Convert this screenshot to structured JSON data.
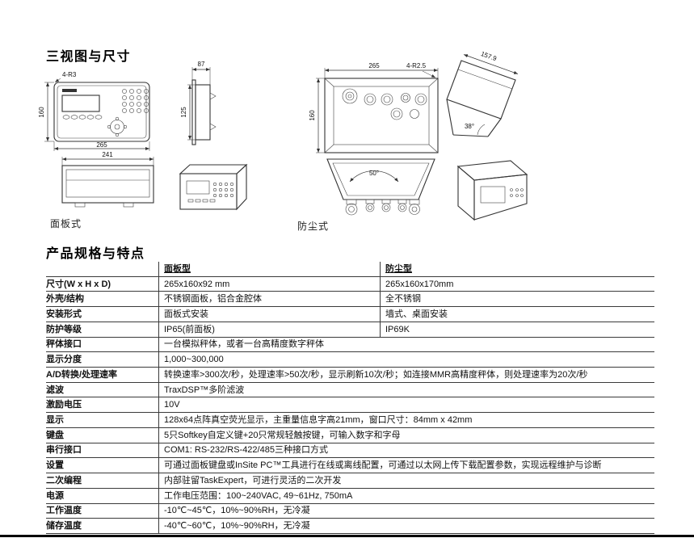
{
  "titles": {
    "views": "三视图与尺寸",
    "specs": "产品规格与特点"
  },
  "drawings": {
    "panel_label": "面板式",
    "harsh_label": "防尘式",
    "dims": {
      "front_corner_radius": "4-R3",
      "front_width": "265",
      "front_height": "160",
      "side_depth": "87",
      "side_height": "125",
      "panel_bottom_width": "241",
      "rear_width": "265",
      "rear_height": "160",
      "rear_corner_radius": "4-R2.5",
      "harsh_side_depth": "157.9",
      "harsh_tilt_angle": "38°",
      "harsh_flare_angle": "50°"
    }
  },
  "specs": {
    "col_panel": "面板型",
    "col_harsh": "防尘型",
    "rows": [
      {
        "label": "尺寸(W x H x D)",
        "panel": "265x160x92 mm",
        "harsh": "265x160x170mm"
      },
      {
        "label": "外壳/结构",
        "panel": "不锈钢面板，铝合金腔体",
        "harsh": "全不锈钢"
      },
      {
        "label": "安装形式",
        "panel": "面板式安装",
        "harsh": "墙式、桌面安装"
      },
      {
        "label": "防护等级",
        "panel": "IP65(前面板)",
        "harsh": "IP69K"
      },
      {
        "label": "秤体接口",
        "value": "一台模拟秤体，或者一台高精度数字秤体"
      },
      {
        "label": "显示分度",
        "value": "1,000~300,000"
      },
      {
        "label": "A/D转换/处理速率",
        "value": "转换速率>300次/秒，处理速率>50次/秒，显示刷新10次/秒；如连接MMR高精度秤体，则处理速率为20次/秒"
      },
      {
        "label": "滤波",
        "value": "TraxDSP™多阶滤波"
      },
      {
        "label": "激励电压",
        "value": "10V"
      },
      {
        "label": "显示",
        "value": "128x64点阵真空荧光显示，主重量信息字高21mm，窗口尺寸：84mm x 42mm"
      },
      {
        "label": "键盘",
        "value": "5只Softkey自定义键+20只常规轻触按键，可输入数字和字母"
      },
      {
        "label": "串行接口",
        "value": "COM1: RS-232/RS-422/485三种接口方式"
      },
      {
        "label": "设置",
        "value": "可通过面板键盘或InSite PC™工具进行在线或离线配置，可通过以太网上传下载配置参数，实现远程维护与诊断"
      },
      {
        "label": "二次编程",
        "value": "内部驻留TaskExpert，可进行灵活的二次开发"
      },
      {
        "label": "电源",
        "value": "工作电压范围：100~240VAC, 49~61Hz, 750mA"
      },
      {
        "label": "工作温度",
        "value": "-10℃~45℃，10%~90%RH，无冷凝"
      },
      {
        "label": "储存温度",
        "value": "-40℃~60℃，10%~90%RH，无冷凝"
      }
    ]
  }
}
